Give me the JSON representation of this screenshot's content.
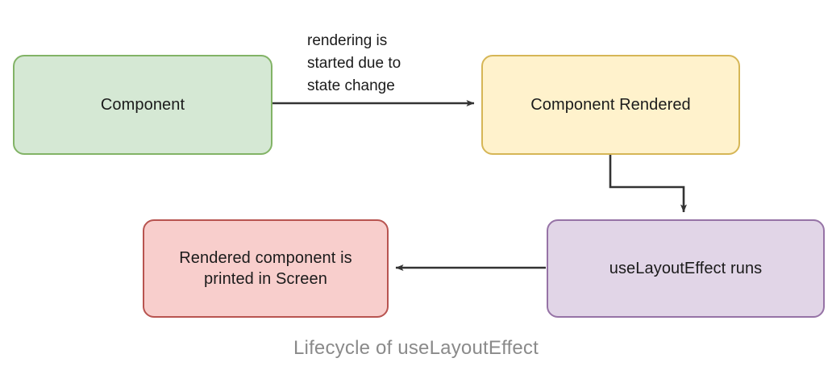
{
  "diagram": {
    "caption": "Lifecycle of useLayoutEffect",
    "background_color": "#ffffff",
    "caption_color": "#8a8a8a",
    "nodes": [
      {
        "id": "component",
        "label": "Component",
        "fill": "#d5e8d4",
        "stroke": "#82b366"
      },
      {
        "id": "component-rendered",
        "label": "Component Rendered",
        "fill": "#fff2cc",
        "stroke": "#d6b656"
      },
      {
        "id": "uselayouteffect-runs",
        "label": "useLayoutEffect runs",
        "fill": "#e1d5e7",
        "stroke": "#9673a6"
      },
      {
        "id": "rendered-in-screen",
        "label": "Rendered component is\nprinted in Screen",
        "fill": "#f8cecc",
        "stroke": "#b85450"
      }
    ],
    "edges": [
      {
        "id": "component-to-rendered",
        "from": "component",
        "to": "component-rendered",
        "label": "rendering is\nstarted due to\nstate change",
        "color": "#333333"
      },
      {
        "id": "rendered-to-uselayouteffect",
        "from": "component-rendered",
        "to": "uselayouteffect-runs",
        "label": "",
        "color": "#333333"
      },
      {
        "id": "uselayouteffect-to-screen",
        "from": "uselayouteffect-runs",
        "to": "rendered-in-screen",
        "label": "",
        "color": "#333333"
      }
    ]
  }
}
